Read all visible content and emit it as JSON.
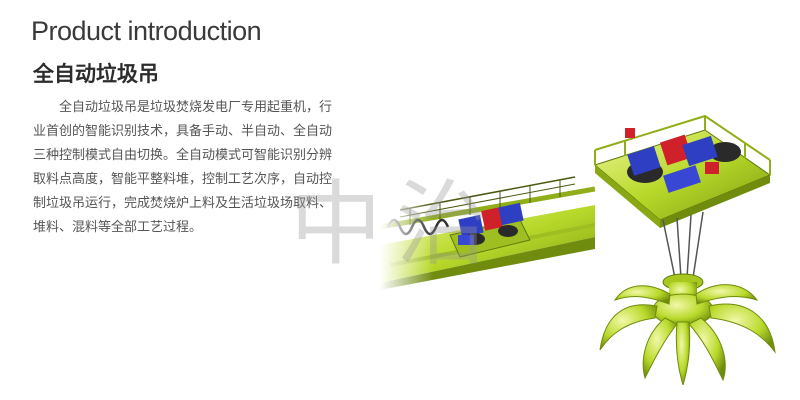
{
  "header": {
    "title_en": "Product introduction",
    "title_cn": "全自动垃圾吊"
  },
  "body": {
    "description": "全自动垃圾吊是垃圾焚烧发电厂专用起重机，行业首创的智能识别技术，具备手动、半自动、全自动三种控制模式自由切换。全自动模式可智能识别分辨取料点高度，智能平整料堆，控制工艺次序，自动控制垃圾吊运行，完成焚烧炉上料及生活垃圾场取料、堆料、混料等全部工艺过程。"
  },
  "watermark": {
    "text": "中治"
  },
  "images": {
    "left": "crane-trolley-illustration",
    "right": "grab-bucket-crane-illustration"
  },
  "colors": {
    "crane_green": "#b8d92a",
    "motor_blue": "#2f3fc4",
    "motor_red": "#d0202a",
    "text_dark": "#3a3a3a",
    "text_body": "#555555"
  }
}
